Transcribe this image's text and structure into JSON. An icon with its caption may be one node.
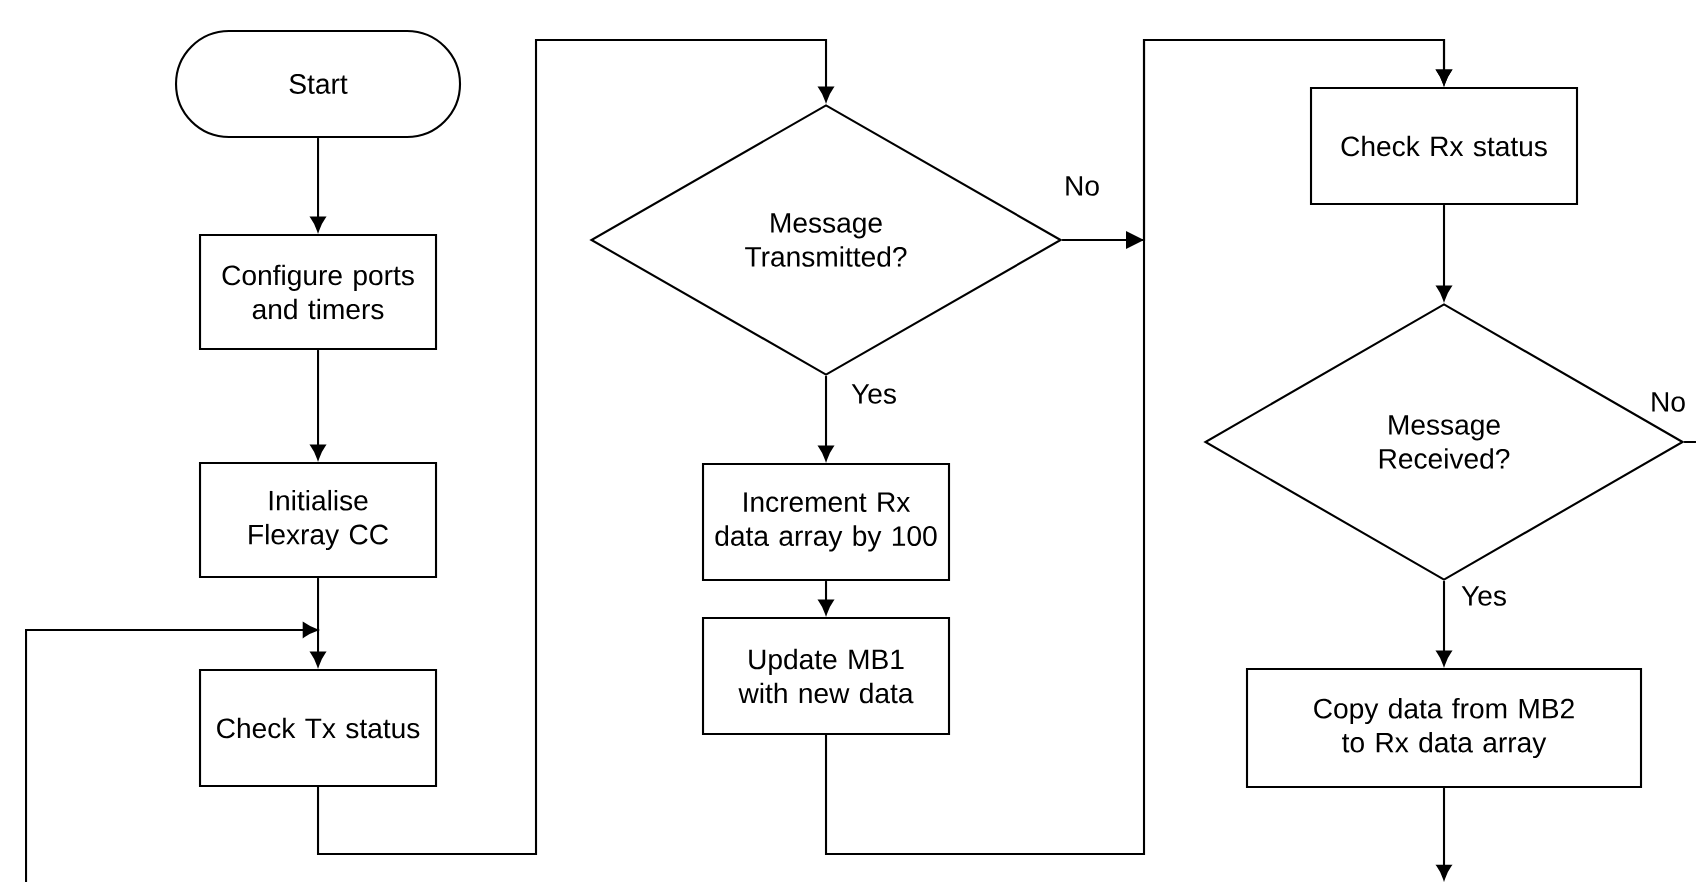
{
  "diagram": {
    "nodes": [
      {
        "text": [
          "Start"
        ]
      },
      {
        "text": [
          "Configure ports and  timers"
        ]
      },
      {
        "text": [
          "Initialise Flexray CC"
        ]
      },
      {
        "text": [
          "Check Tx status"
        ]
      },
      {
        "text": [
          "Message Transmitted?"
        ]
      },
      {
        "text": [
          "Increment Rx data array by 100"
        ]
      },
      {
        "text": [
          "Update MB1 with new data"
        ]
      },
      {
        "text": [
          "Check Rx status"
        ]
      },
      {
        "text": [
          "Message Received?"
        ]
      },
      {
        "text": [
          "Copy data from MB2 to Rx data array"
        ]
      }
    ],
    "edges": [
      {
        "from": 0,
        "to": 1,
        "arrow": "to"
      },
      {
        "from": 1,
        "to": 2,
        "arrow": "to"
      },
      {
        "from": 2,
        "to": 3,
        "arrow": "to"
      },
      {
        "from": null,
        "to": 3,
        "arrow": "to"
      },
      {
        "from": 3,
        "to": 4,
        "arrow": "to"
      },
      {
        "from": 4,
        "to": 5,
        "arrow": "to",
        "label": "Yes"
      },
      {
        "from": 5,
        "to": 6,
        "arrow": "to"
      },
      {
        "from": 4,
        "to": 7,
        "arrow": "to",
        "label": "No"
      },
      {
        "from": 6,
        "to": 7,
        "arrow": "to"
      },
      {
        "from": 7,
        "to": 8,
        "arrow": "to"
      },
      {
        "from": 8,
        "to": 9,
        "arrow": "to",
        "label": "Yes"
      },
      {
        "from": 8,
        "to": null,
        "arrow": "none",
        "label": "No"
      },
      {
        "from": 9,
        "to": null,
        "arrow": "to"
      }
    ]
  }
}
